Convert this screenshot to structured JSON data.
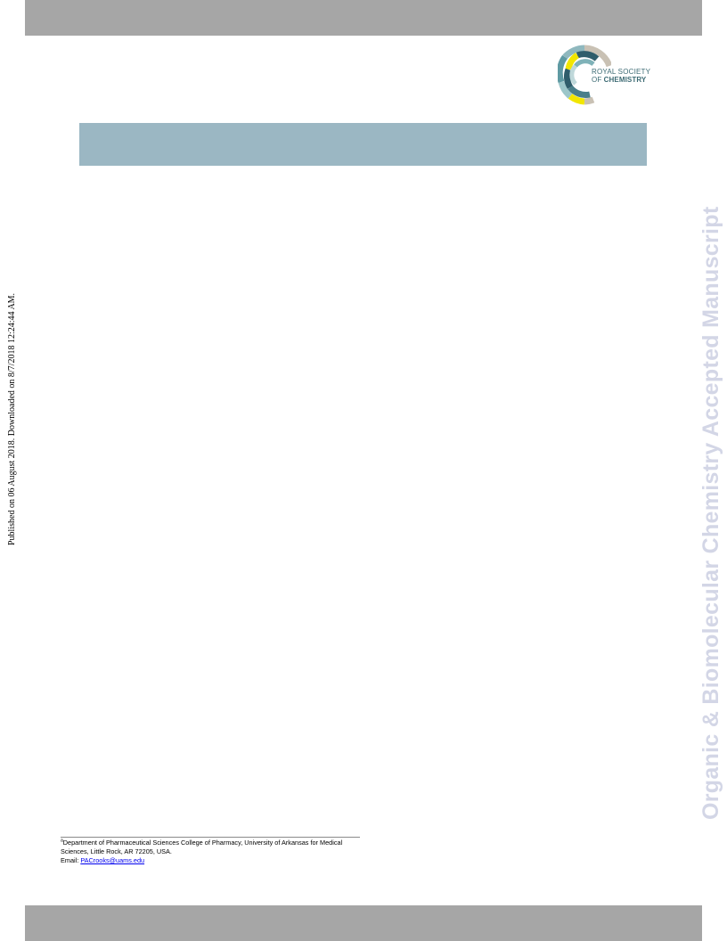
{
  "logo": {
    "line1": "ROYAL SOCIETY",
    "line2_prefix": "OF",
    "line2_bold": "CHEMISTRY"
  },
  "watermark": "Organic & Biomolecular Chemistry Accepted Manuscript",
  "side_stamp": "Published on 06 August 2018. Downloaded on 8/7/2018 12:24:44 AM.",
  "footnote": {
    "marker": "a",
    "affiliation": "Department of Pharmaceutical Sciences College of Pharmacy, University of Arkansas for Medical Sciences, Little Rock, AR 72205, USA.",
    "email_label": "Email:",
    "email": "PACrooks@uams.edu"
  },
  "colors": {
    "header_bar": "#a6a6a6",
    "title_box": "#9bb7c3",
    "watermark": "#d3d6e6",
    "logo_teal": "#3d6b74",
    "logo_yellow": "#f2e600"
  }
}
